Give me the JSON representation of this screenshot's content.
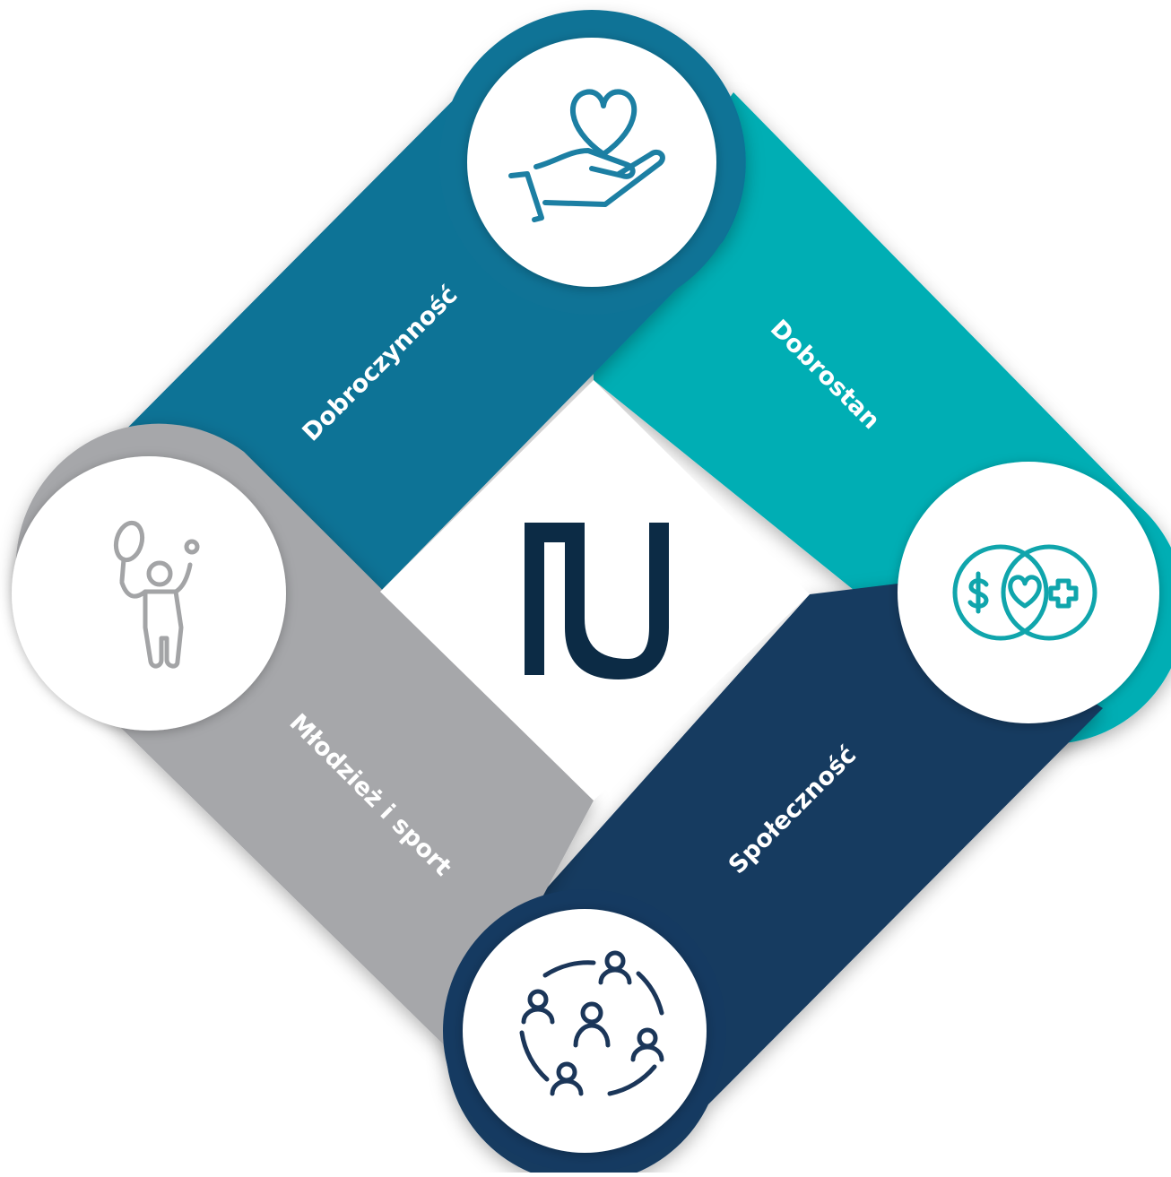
{
  "diagram": {
    "center_logo": "brand-logo-icon",
    "pillars": [
      {
        "id": "charity",
        "label": "Dobroczynność",
        "color": "#0F7396",
        "icon": "heart-in-hand-icon"
      },
      {
        "id": "wellbeing",
        "label": "Dobrostan",
        "color": "#06AEB4",
        "icon": "money-heart-health-venn-icon"
      },
      {
        "id": "community",
        "label": "Społeczność",
        "color": "#153A61",
        "icon": "people-circle-icon"
      },
      {
        "id": "youth",
        "label": "Młodzież i sport",
        "color": "#A6A7AA",
        "icon": "tennis-player-icon"
      }
    ],
    "colors": {
      "logo": "#0C2B45",
      "charity_icon": "#1C7FA3",
      "wellbeing_icon": "#10A5AC",
      "community_icon": "#1B3659",
      "youth_icon": "#A3A4A6"
    }
  }
}
